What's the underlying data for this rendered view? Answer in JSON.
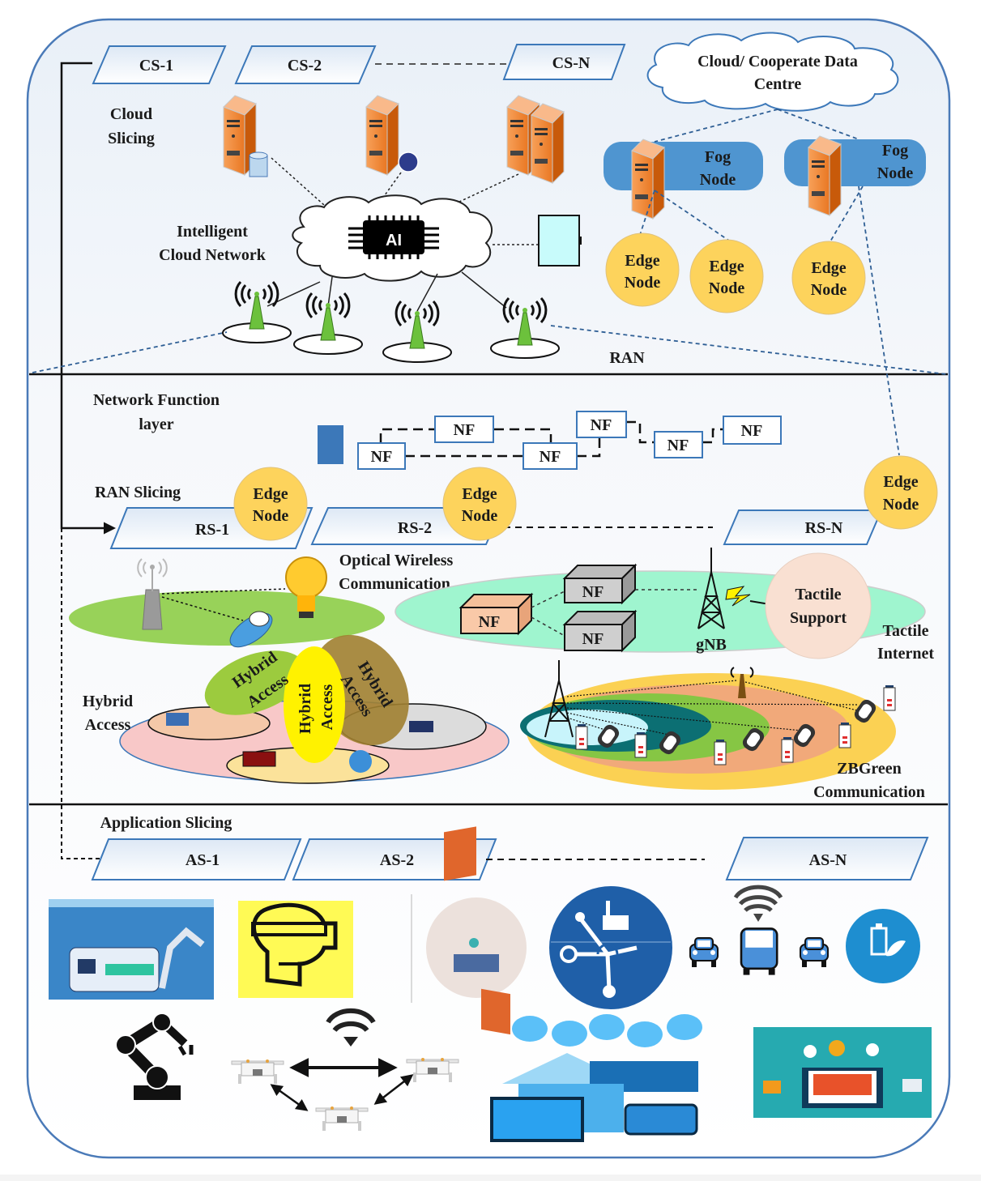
{
  "diagram": {
    "layers": {
      "cloud": {
        "title_line1": "Cloud",
        "title_line2": "Slicing",
        "slices": [
          "CS-1",
          "CS-2",
          "CS-N"
        ],
        "data_centre_line1": "Cloud/ Cooperate  Data",
        "data_centre_line2": "Centre",
        "intelligent_line1": "Intelligent",
        "intelligent_line2": "Cloud Network",
        "ai_chip_label": "AI",
        "fog_nodes": [
          {
            "line1": "Fog",
            "line2": "Node"
          },
          {
            "line1": "Fog",
            "line2": "Node"
          }
        ],
        "edge_nodes": [
          {
            "line1": "Edge",
            "line2": "Node"
          },
          {
            "line1": "Edge",
            "line2": "Node"
          },
          {
            "line1": "Edge",
            "line2": "Node"
          }
        ],
        "ran_label": "RAN"
      },
      "network": {
        "nf_title_line1": "Network Function",
        "nf_title_line2": "layer",
        "nf_chain": [
          "NF",
          "NF",
          "NF",
          "NF",
          "NF",
          "NF"
        ],
        "ran_slicing_title": "RAN Slicing",
        "slices": [
          "RS-1",
          "RS-2",
          "RS-N"
        ],
        "edge_nodes": [
          {
            "line1": "Edge",
            "line2": "Node"
          },
          {
            "line1": "Edge",
            "line2": "Node"
          },
          {
            "line1": "Edge",
            "line2": "Node"
          }
        ],
        "owc_line1": "Optical Wireless",
        "owc_line2": "Communication",
        "hybrid_line1": "Hybrid",
        "hybrid_line2": "Access",
        "hybrid_petals": [
          {
            "line1": "Hybrid",
            "line2": "Access"
          },
          {
            "line1": "Hybrid",
            "line2": "Access"
          },
          {
            "line1": "Hybrid",
            "line2": "Access"
          }
        ],
        "tactile_cubes": [
          "NF",
          "NF",
          "NF"
        ],
        "gnb_label": "gNB",
        "tactile_support_line1": "Tactile",
        "tactile_support_line2": "Support",
        "tactile_internet_line1": "Tactile",
        "tactile_internet_line2": "Internet",
        "zb_line1": "ZBGreen",
        "zb_line2": "Communication"
      },
      "application": {
        "title": "Application Slicing",
        "slices": [
          "AS-1",
          "AS-2",
          "AS-N"
        ],
        "illustrations": [
          "industrial-robot-machine-image",
          "vr-headset-icon",
          "smart-office-image",
          "industrial-iot-icon",
          "connected-vehicles-icon",
          "green-battery-icon",
          "robot-arm-icon",
          "drone-swarm-icon",
          "smart-home-image",
          "iot-dashboard-image"
        ]
      }
    },
    "colors": {
      "frame_stroke": "#4a7ab8",
      "frame_fill_top": "#eef3f9",
      "slice_stroke": "#3c78b9",
      "edge_node": "#fdd35c",
      "fog_node": "#4f95d0",
      "server_orange": "#e36c0a",
      "nf_stroke": "#3c78b9",
      "antenna_green": "#6cc13c",
      "owc_green": "#92d050",
      "tactile_mint": "#9ff5cf",
      "tactile_support": "#f9e0d2",
      "hybrid_pink": "#f8c8c8",
      "zb_yellow": "#fbd153",
      "zb_orange": "#f1a97a",
      "zb_green": "#86c644",
      "zb_teal": "#0c6f73",
      "zb_light": "#c8f4fb"
    }
  }
}
